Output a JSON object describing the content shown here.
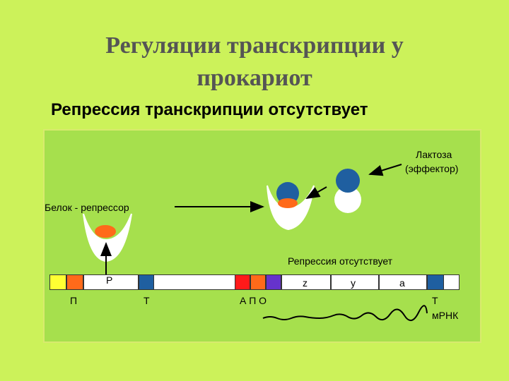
{
  "title_line1": "Регуляции транскрипции у",
  "title_line2": "прокариот",
  "subtitle": "Репрессия транскрипции отсутствует",
  "labels": {
    "lactose_line1": "Лактоза",
    "lactose_line2": "(эффектор)",
    "repressor": "Белок - репрессор",
    "no_repression": "Репрессия отсутствует",
    "p_top": "P",
    "z": "z",
    "y": "y",
    "a": "a",
    "p_bottom": "П",
    "t_left": "Т",
    "apo": "А П О",
    "t_right": "Т",
    "mrna": "мРНК"
  },
  "colors": {
    "background": "#ccf25a",
    "panel": "#a6e04d",
    "yellow": "#ffff33",
    "orange": "#ff6a1a",
    "blue": "#1f5fa0",
    "red": "#ff1a1a",
    "purple": "#6633cc"
  }
}
